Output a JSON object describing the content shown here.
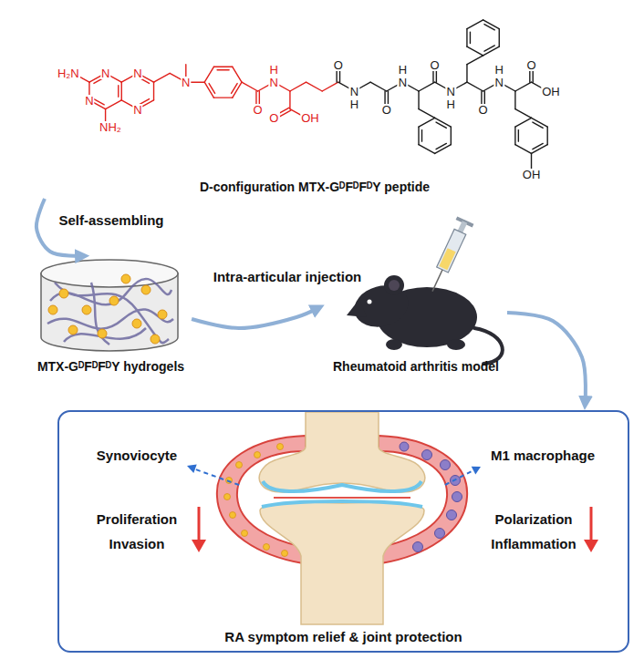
{
  "diagram": {
    "nodes": [
      {
        "text": [
          "D-configuration MTX-GᴰFᴰFᴰY peptide"
        ]
      },
      {
        "text": [
          "MTX-GᴰFᴰFᴰY hydrogels"
        ]
      },
      {
        "text": [
          "Rheumatoid arthritis model"
        ]
      },
      {
        "text": [
          "RA symptom relief & joint protection"
        ]
      }
    ],
    "edges": [
      {
        "from": 0,
        "to": 1,
        "arrow": "to",
        "label": "Self-assembling"
      },
      {
        "from": 1,
        "to": 2,
        "arrow": "to",
        "label": "Intra-articular injection"
      },
      {
        "from": 2,
        "to": 3,
        "arrow": "to"
      }
    ],
    "labels": [
      "H₂N",
      "N",
      "N",
      "N",
      "N",
      "NH₂",
      "N",
      "O",
      "N",
      "H",
      "O",
      "OH",
      "O",
      "N",
      "H",
      "O",
      "N",
      "H",
      "O",
      "N",
      "H",
      "O",
      "N",
      "H",
      "O",
      "OH",
      "OH",
      "Synoviocyte",
      "M1 macrophage",
      "Proliferation",
      "Invasion",
      "Polarization",
      "Inflammation"
    ]
  }
}
